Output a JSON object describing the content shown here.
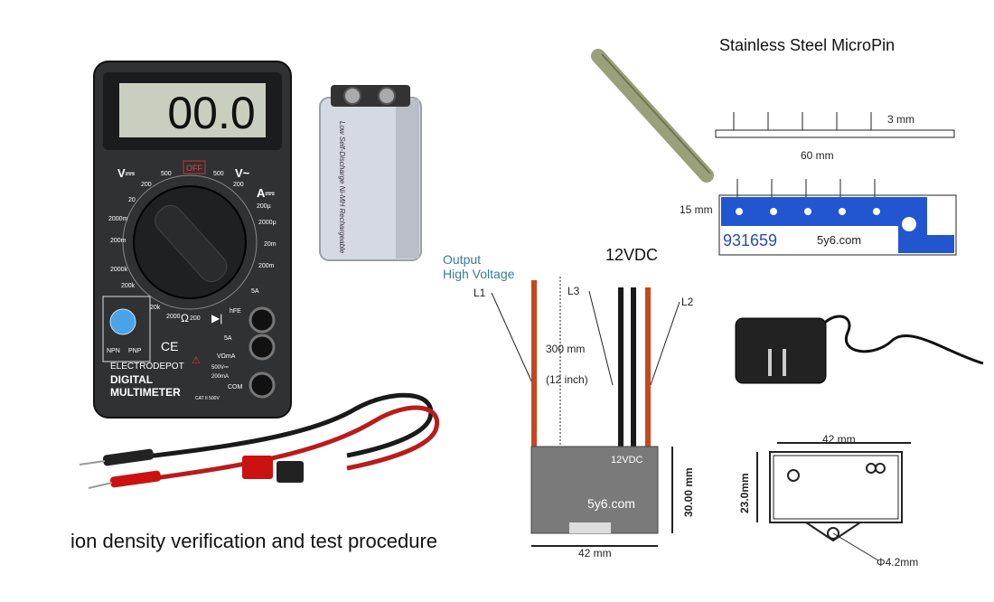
{
  "caption": "ion density verification and test procedure",
  "multimeter": {
    "display": "00.0",
    "brand": "ELECTRODEPOT",
    "model_line1": "DIGITAL",
    "model_line2": "MULTIMETER",
    "off": "OFF",
    "v_dc": "V⎓",
    "v_ac": "V~",
    "a_dc": "A⎓",
    "ohm": "Ω",
    "npn": "NPN",
    "pnp": "PNP",
    "ce": "CE",
    "hfe": "hFE",
    "com": "COM",
    "port_5a": "5A",
    "port_vohm": "VΩmA",
    "v500": "500V⎓",
    "v200ma": "200mA",
    "cat": "CAT II 500V",
    "ranges_left": [
      "500",
      "200",
      "20",
      "2000m",
      "200m",
      "2000k",
      "200k",
      "20k",
      "2000"
    ],
    "ranges_right": [
      "500",
      "200",
      "200μ",
      "2000μ",
      "20m",
      "200m",
      "5A"
    ],
    "ohm_range": "200"
  },
  "battery": {
    "label": "Low Self-Discharge Ni-MH Rechargeable"
  },
  "micropin": {
    "title": "Stainless Steel MicroPin",
    "dim_pitch": "3 mm",
    "dim_length": "60 mm",
    "dim_height": "15 mm",
    "part_number": "931659",
    "site": "5y6.com"
  },
  "module": {
    "title": "12VDC",
    "output_label_line1": "Output",
    "output_label_line2": "High Voltage",
    "l1": "L1",
    "l2": "L2",
    "l3": "L3",
    "wire_length": "300 mm",
    "wire_length_inch": "(12 inch)",
    "box_label": "12VDC",
    "box_site": "5y6.com",
    "dim_width": "42 mm",
    "dim_height": "30.00 mm"
  },
  "outline": {
    "dim_width": "42 mm",
    "dim_height": "23.0mm",
    "hole": "Φ4.2mm"
  },
  "colors": {
    "meter_body": "#2f3133",
    "lcd": "#c9cfbf",
    "knob": "#1f2021",
    "wire_red": "#c8461f",
    "wire_black": "#1a1a1a",
    "pin_blue": "#2256d0",
    "box_gray": "#7a7a7a"
  }
}
